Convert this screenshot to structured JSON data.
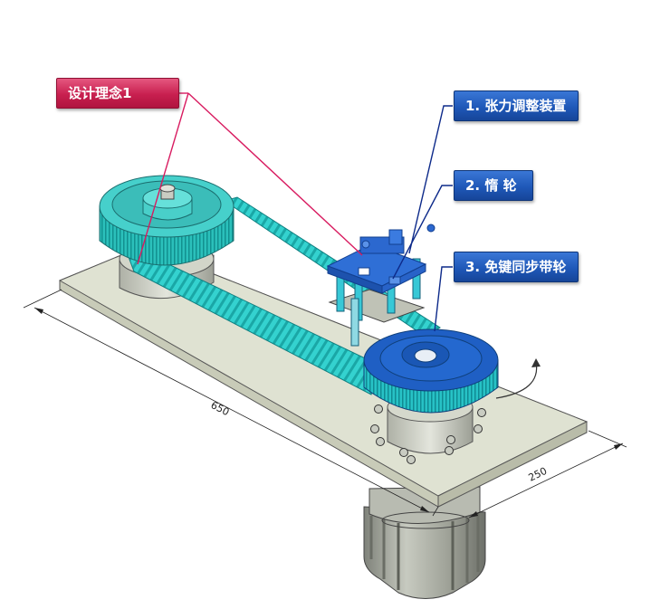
{
  "labels": {
    "design_concept": "设计理念1",
    "tension_device": "1. 张力调整装置",
    "idler": "2. 惰 轮",
    "keyless_pulley": "3. 免键同步带轮"
  },
  "dimensions": {
    "length": "650",
    "width": "250"
  },
  "colors": {
    "design_callout": "#c81f4f",
    "part_callout": "#1f58b8",
    "leader_red": "#d81b60",
    "leader_blue": "#0d2a8a",
    "pulley_teal": "#2ec7c0",
    "pulley_blue": "#1c64c8",
    "belt": "#39d6d3",
    "base_plate": "#d9dccb",
    "motor_gray": "#9a9d93"
  },
  "icons": {
    "rotation": "curved-arrow-icon"
  }
}
